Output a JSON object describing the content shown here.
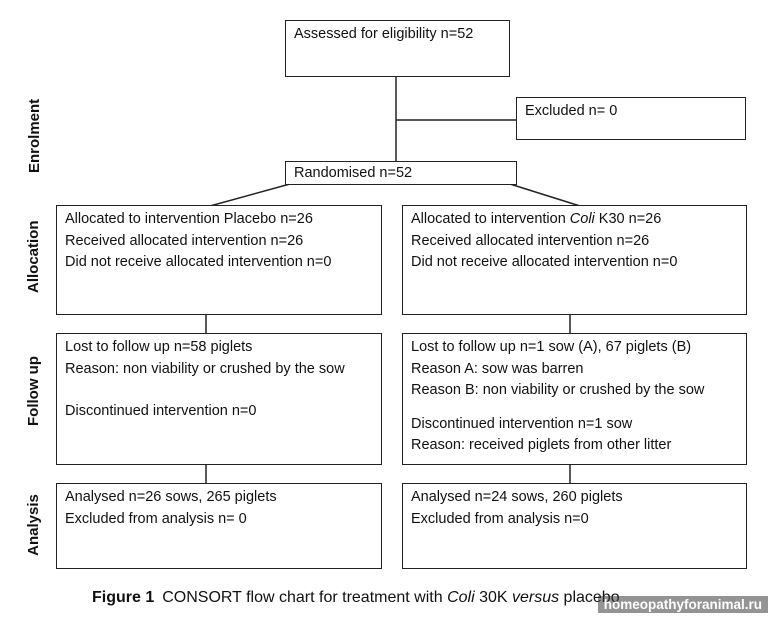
{
  "stages": {
    "enrolment": "Enrolment",
    "allocation": "Allocation",
    "follow_up": "Follow up",
    "analysis": "Analysis"
  },
  "boxes": {
    "assessed": "Assessed for eligibility n=52",
    "excluded": "Excluded n= 0",
    "randomised": "Randomised n=52",
    "alloc_left": {
      "line1": "Allocated to intervention Placebo n=26",
      "line2": "Received allocated intervention n=26",
      "line3": "Did not receive allocated intervention n=0"
    },
    "alloc_right": {
      "line1_prefix": "Allocated to intervention ",
      "line1_italic": "Coli",
      "line1_suffix": " K30 n=26",
      "line2": "Received allocated intervention n=26",
      "line3": "Did not receive allocated intervention n=0"
    },
    "follow_left": {
      "line1": "Lost to follow up n=58 piglets",
      "line2": "Reason: non viability or crushed by the sow",
      "line3": "Discontinued intervention n=0"
    },
    "follow_right": {
      "line1": "Lost to follow up n=1 sow (A), 67 piglets (B)",
      "line2": "Reason A: sow was barren",
      "line3": "Reason B: non viability or crushed by the sow",
      "line4": "Discontinued intervention n=1 sow",
      "line5": "Reason: received piglets from other litter"
    },
    "analysis_left": {
      "line1": "Analysed n=26 sows, 265 piglets",
      "line2": "Excluded from analysis n= 0"
    },
    "analysis_right": {
      "line1": "Analysed n=24 sows, 260 piglets",
      "line2": "Excluded from analysis n=0"
    }
  },
  "caption": {
    "label": "Figure 1",
    "text1": "CONSORT flow chart for treatment with ",
    "italic1": "Coli",
    "text2": " 30K ",
    "italic2": "versus",
    "text3": " placebo"
  },
  "watermark": "homeopathyforanimal.ru"
}
